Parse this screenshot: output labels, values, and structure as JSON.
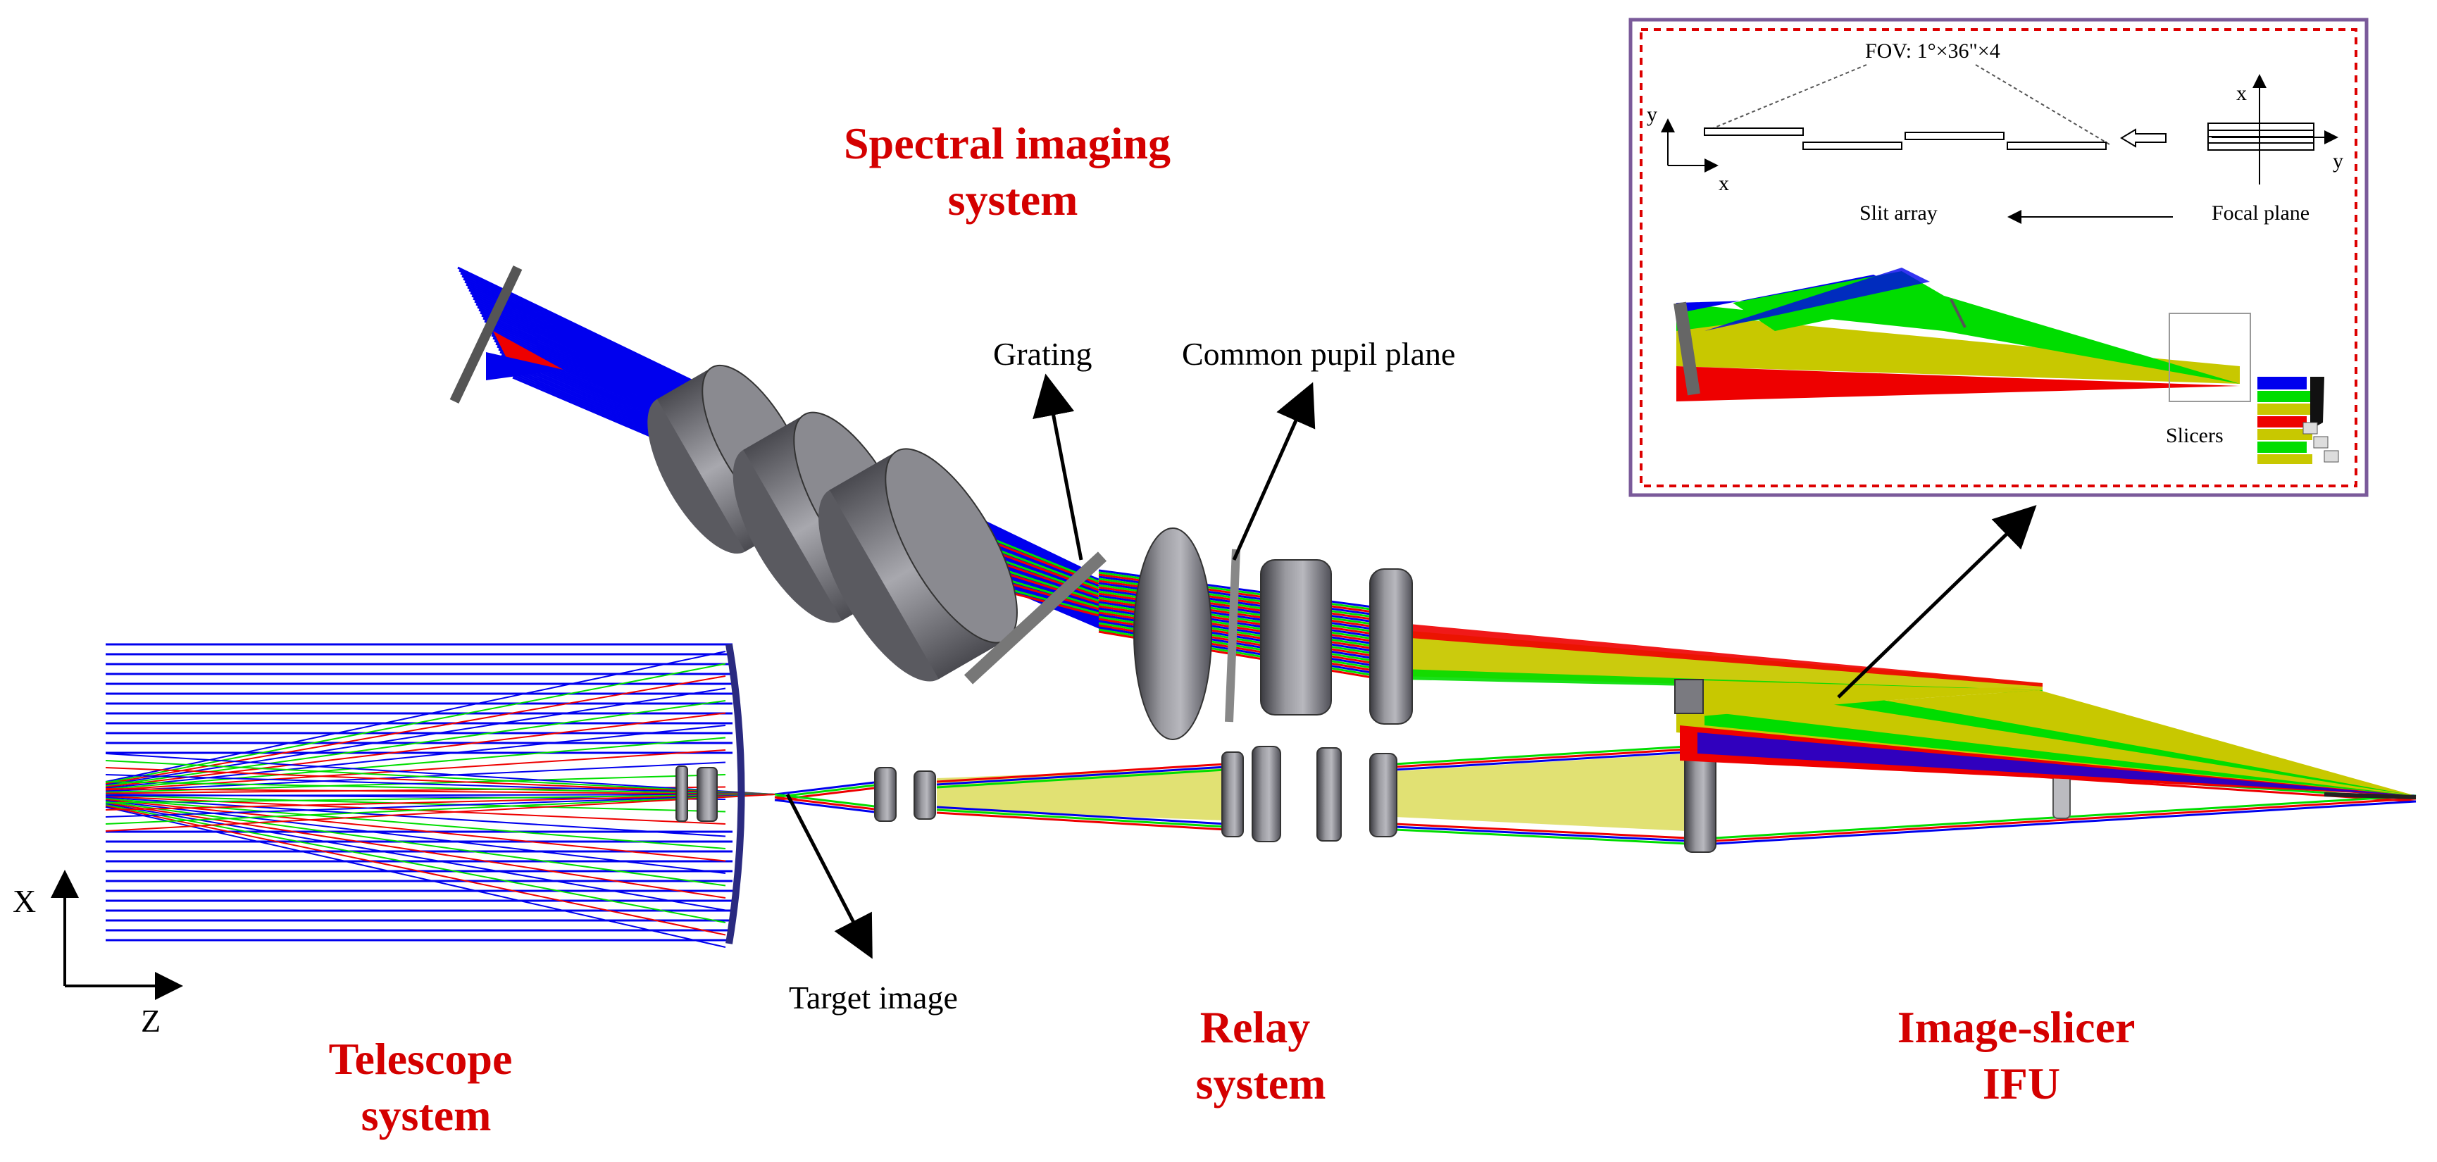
{
  "labels": {
    "spectral_imaging_system": [
      "Spectral imaging",
      "system"
    ],
    "telescope_system": [
      "Telescope",
      "system"
    ],
    "relay_system": [
      "Relay",
      "system"
    ],
    "image_slicer_ifu": [
      "Image-slicer",
      "IFU"
    ],
    "grating": "Grating",
    "common_pupil_plane": "Common pupil plane",
    "target_image": "Target image"
  },
  "axes_main": {
    "vertical": "X",
    "horizontal": "Z"
  },
  "inset": {
    "fov": "FOV: 1°×36\"×4",
    "slit_array": "Slit array",
    "focal_plane": "Focal plane",
    "slicers": "Slicers",
    "axis_left_vertical": "y",
    "axis_left_horizontal": "x",
    "axis_right_vertical": "x",
    "axis_right_horizontal": "y"
  },
  "colors": {
    "title_red": "#d40000",
    "ray_blue": "#0000ee",
    "ray_green": "#00dd00",
    "ray_red": "#ee0000",
    "ray_yellow": "#c8c800",
    "lens_gray": "#6e6e74",
    "inset_border_outer": "#7a5a9a",
    "inset_border_inner": "#dd0000"
  }
}
